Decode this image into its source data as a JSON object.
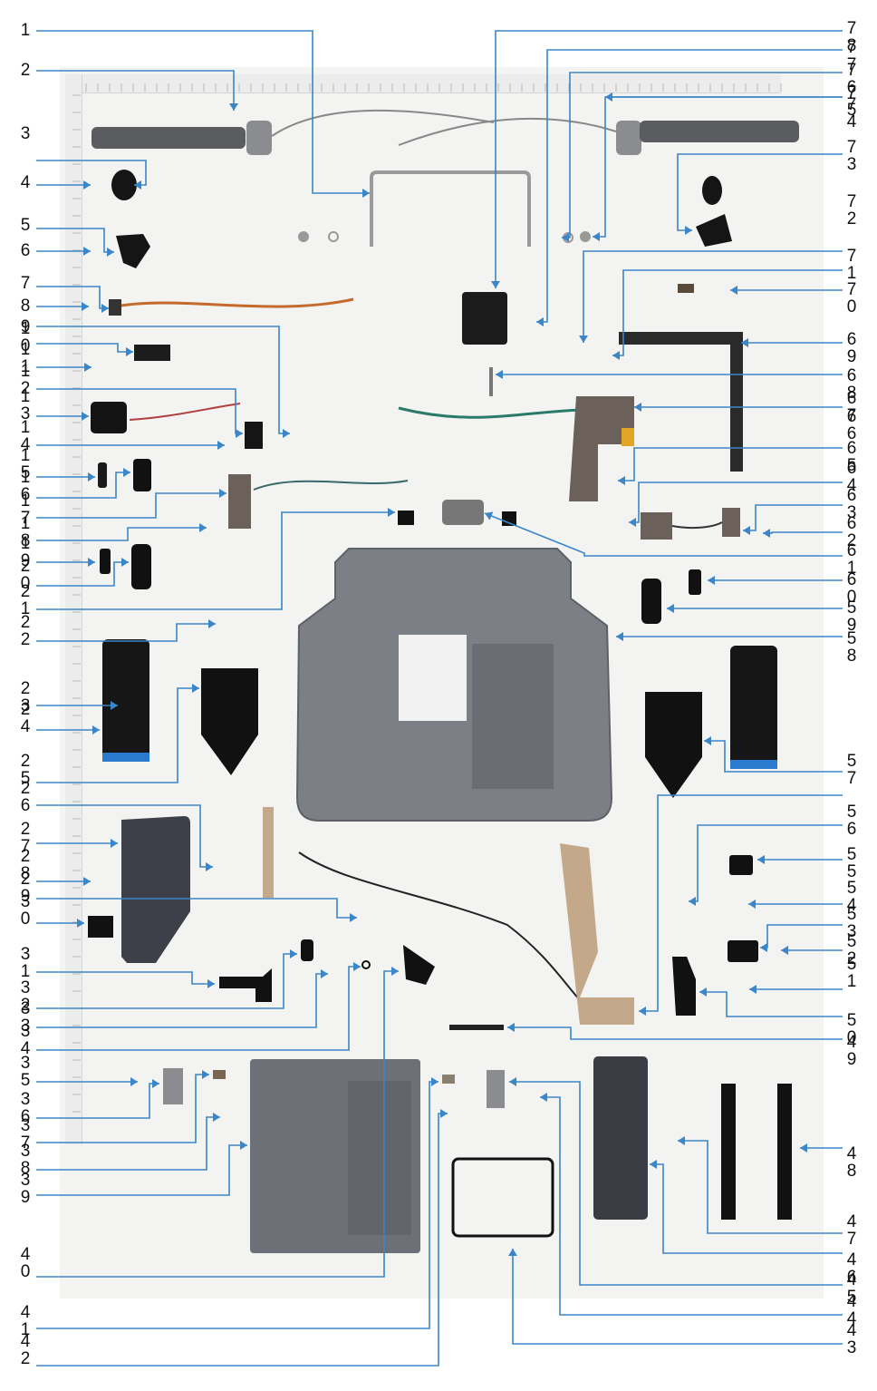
{
  "diagram": {
    "title": "Exploded parts view",
    "leader_color": "#3a86c8",
    "labels_left": [
      "1",
      "2",
      "3",
      "4",
      "5",
      "6",
      "7",
      "8",
      "9",
      "10",
      "11",
      "12",
      "13",
      "14",
      "15",
      "16",
      "17",
      "18",
      "19",
      "20",
      "21",
      "22",
      "23",
      "24",
      "25",
      "26",
      "27",
      "28",
      "29",
      "30",
      "31",
      "32",
      "33",
      "34",
      "35",
      "36",
      "37",
      "38",
      "39",
      "40",
      "41",
      "42"
    ],
    "labels_right": [
      "78",
      "77",
      "76",
      "75",
      "74",
      "73",
      "72",
      "71",
      "70",
      "69",
      "68",
      "67",
      "66",
      "65",
      "64",
      "63",
      "62",
      "61",
      "60",
      "59",
      "58",
      "57",
      "56",
      "55",
      "54",
      "53",
      "52",
      "51",
      "50",
      "49",
      "48",
      "47",
      "46",
      "45",
      "44",
      "43"
    ],
    "parts": [
      {
        "name": "antenna-left",
        "color": "#5a5c60"
      },
      {
        "name": "antenna-right",
        "color": "#5a5c60"
      },
      {
        "name": "handle-bar",
        "color": "#9a9a9a"
      },
      {
        "name": "main-frame",
        "color": "#7c7f86"
      },
      {
        "name": "battery-left",
        "color": "#161616"
      },
      {
        "name": "battery-right",
        "color": "#161616"
      },
      {
        "name": "battery-bracket-left",
        "color": "#111111"
      },
      {
        "name": "battery-bracket-right",
        "color": "#111111"
      },
      {
        "name": "back-cover-plate",
        "color": "#6d7076"
      },
      {
        "name": "side-panel",
        "color": "#3d4048"
      },
      {
        "name": "gasket-ring",
        "color": "#111111"
      },
      {
        "name": "dark-lid",
        "color": "#3a3d44"
      },
      {
        "name": "flex-cable",
        "color": "#2a2a2a"
      },
      {
        "name": "power-board",
        "color": "#6b615a"
      },
      {
        "name": "grip-strips",
        "color": "#111111"
      }
    ]
  }
}
